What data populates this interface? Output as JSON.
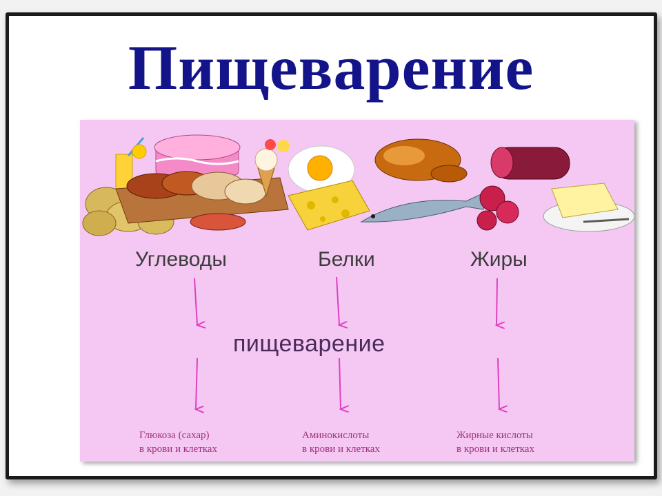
{
  "slide": {
    "title": "Пищеварение"
  },
  "diagram": {
    "groups": [
      {
        "label": "Углеводы",
        "result_line1": "Глюкоза (сахар)",
        "result_line2": "в крови и клетках"
      },
      {
        "label": "Белки",
        "result_line1": "Аминокислоты",
        "result_line2": "в крови и клетках"
      },
      {
        "label": "Жиры",
        "result_line1": "Жирные кислоты",
        "result_line2": "в крови и клетках"
      }
    ],
    "process_label": "пищеварение"
  },
  "colors": {
    "title": "#14148a",
    "panel_background": "#f4c8f2",
    "arrow": "#e040c0",
    "result_text": "#a0307a"
  }
}
